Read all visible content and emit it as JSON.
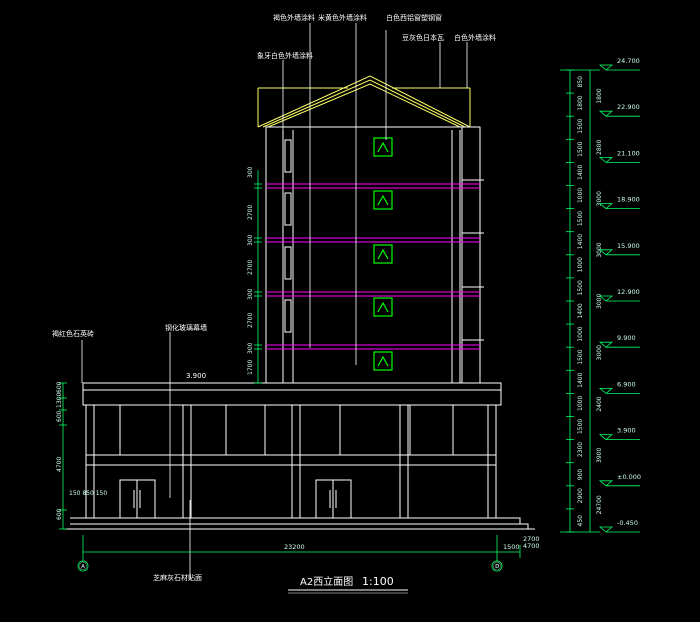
{
  "drawing": {
    "title": "A2西立面图",
    "scale": "1:100"
  },
  "annotations": {
    "top_1": "褐色外墙涂料",
    "top_2": "米黄色外墙涂料",
    "top_3": "白色西铝窗塑钢窗",
    "top_4": "豆灰色日本瓦",
    "top_5": "白色外墙涂料",
    "top_6": "象牙白色外墙涂料",
    "left_1": "褐红色石英砖",
    "left_2": "钢化玻璃幕墙",
    "bottom_1": "芝麻灰石材贴面"
  },
  "elevations": [
    "24.700",
    "22.900",
    "21.100",
    "18.900",
    "15.900",
    "12.900",
    "9.900",
    "6.900",
    "3.900",
    "±0.000",
    "-0.450"
  ],
  "right_dims_inner": [
    "850",
    "1800",
    "1500",
    "1500",
    "1400",
    "1000",
    "1500",
    "1400",
    "1000",
    "1500",
    "1400",
    "1000",
    "1500",
    "1400",
    "1000",
    "1500",
    "2300",
    "900",
    "2900",
    "450"
  ],
  "right_dims_outer": [
    "1800",
    "2800",
    "3000",
    "3000",
    "3000",
    "3000",
    "2400",
    "3900",
    "24700"
  ],
  "left_dims_upper": [
    "300",
    "2700",
    "300",
    "2700",
    "300",
    "2700",
    "300",
    "1700"
  ],
  "left_dims_podium": [
    "600",
    "1300",
    "600",
    "4700",
    "600"
  ],
  "podium_level": "3.900",
  "bottom_dims": {
    "total": "23200",
    "right": "1500",
    "small_a": "2700",
    "small_b": "4700",
    "left_pier": "150 850 150"
  },
  "axis": {
    "left": "Ⓐ",
    "right": "Ⓓ"
  },
  "colors": {
    "line": "#ffffff",
    "window": "#00ff00",
    "band": "#ff00ff",
    "dim": "#00ff66"
  }
}
